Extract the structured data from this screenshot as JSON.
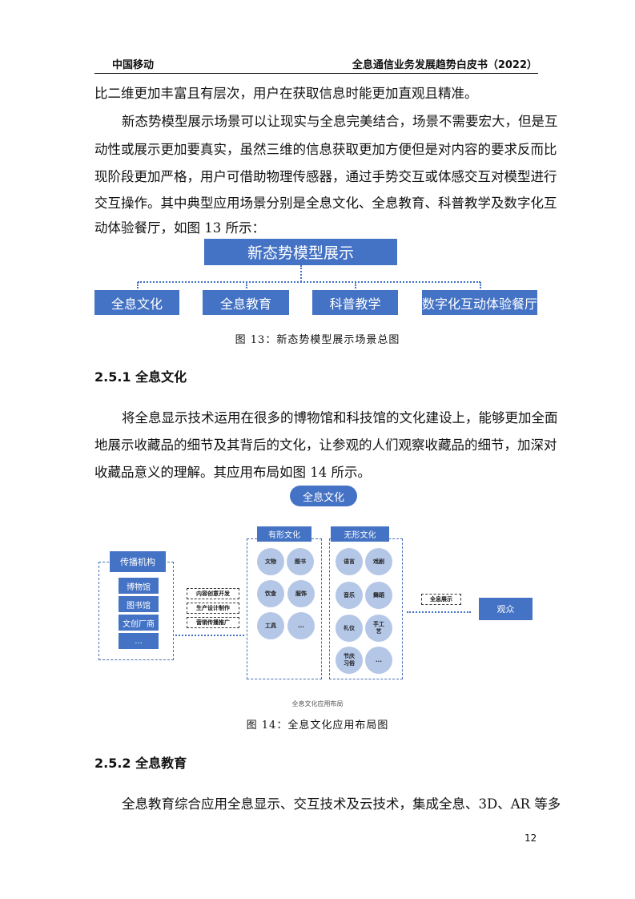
{
  "header": {
    "left": "中国移动",
    "right": "全息通信业务发展趋势白皮书（2022）"
  },
  "para1": [
    "比二维更加丰富且有层次，用户在获取信息时能更加直观且精准。",
    "新态势模型展示场景可以让现实与全息完美结合，场景不需要宏大，但是互",
    "动性或展示更加要真实，虽然三维的信息获取更加方便但是对内容的要求反而比",
    "现阶段更加严格，用户可借助物理传感器，通过手势交互或体感交互对模型进行",
    "交互操作。其中典型应用场景分别是全息文化、全息教育、科普教学及数字化互",
    "动体验餐厅，如图 13 所示："
  ],
  "fig13": {
    "root": "新态势模型展示",
    "children": [
      "全息文化",
      "全息教育",
      "科普教学",
      "数字化互动体验餐厅"
    ],
    "caption": "图 13：新态势模型展示场景总图"
  },
  "sec251": {
    "heading": "2.5.1 全息文化",
    "lines": [
      "将全息显示技术运用在很多的博物馆和科技馆的文化建设上，能够更加全面",
      "地展示收藏品的细节及其背后的文化，让参观的人们观察收藏品的细节，加深对",
      "收藏品意义的理解。其应用布局如图 14 所示。"
    ]
  },
  "fig14": {
    "title": "全息文化",
    "left_label": "传播机构",
    "left_items": [
      "博物馆",
      "图书馆",
      "文创厂商",
      "..."
    ],
    "tags": [
      "内容创意开发",
      "生产设计制作",
      "营销传播推广"
    ],
    "tangible_label": "有形文化",
    "tangible": [
      "文物",
      "图书",
      "饮食",
      "服饰",
      "工具",
      "..."
    ],
    "intangible_label": "无形文化",
    "intangible": [
      "语言",
      "戏剧",
      "音乐",
      "舞蹈",
      "礼仪",
      "手工艺",
      "节庆习俗",
      "..."
    ],
    "display_tag": "全息展示",
    "audience": "观众",
    "inner_caption": "全息文化应用布局",
    "caption": "图 14：全息文化应用布局图"
  },
  "sec252": {
    "heading": "2.5.2 全息教育",
    "lines": [
      "全息教育综合应用全息显示、交互技术及云技术，集成全息、3D、AR 等多"
    ]
  },
  "page_number": "12",
  "colors": {
    "box": "#4472c4",
    "circle": "#b4c7e7"
  }
}
